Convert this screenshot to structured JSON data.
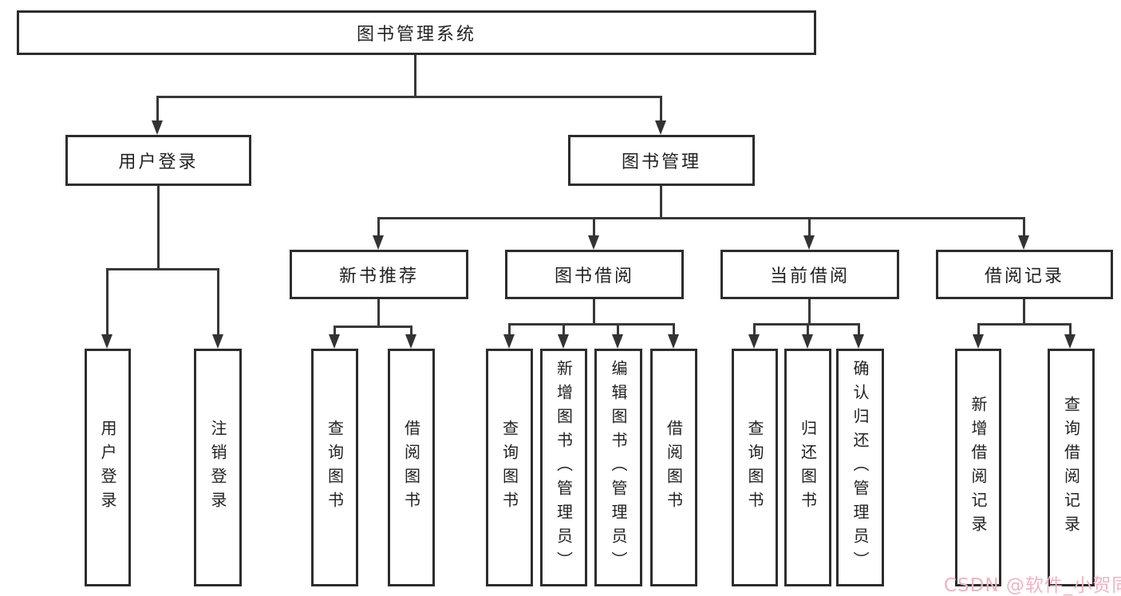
{
  "tree": {
    "root": {
      "label": "图书管理系统",
      "children": [
        {
          "label": "用户登录",
          "children": [
            {
              "label": "用户登录"
            },
            {
              "label": "注销登录"
            }
          ]
        },
        {
          "label": "图书管理",
          "children": [
            {
              "label": "新书推荐",
              "children": [
                {
                  "label": "查询图书"
                },
                {
                  "label": "借阅图书"
                }
              ]
            },
            {
              "label": "图书借阅",
              "children": [
                {
                  "label": "查询图书"
                },
                {
                  "label": "新增图书（管理员）"
                },
                {
                  "label": "编辑图书（管理员）"
                },
                {
                  "label": "借阅图书"
                }
              ]
            },
            {
              "label": "当前借阅",
              "children": [
                {
                  "label": "查询图书"
                },
                {
                  "label": "归还图书"
                },
                {
                  "label": "确认归还（管理员）"
                }
              ]
            },
            {
              "label": "借阅记录",
              "children": [
                {
                  "label": "新增借阅记录"
                },
                {
                  "label": "查询借阅记录"
                }
              ]
            }
          ]
        }
      ]
    }
  },
  "watermark": {
    "text": "CSDN @软件_小贺同学",
    "color": "#f0b3c3"
  },
  "colors": {
    "background": "#ffffff",
    "line": "#383838",
    "box_border": "#2d2d2d",
    "text": "#222222"
  }
}
